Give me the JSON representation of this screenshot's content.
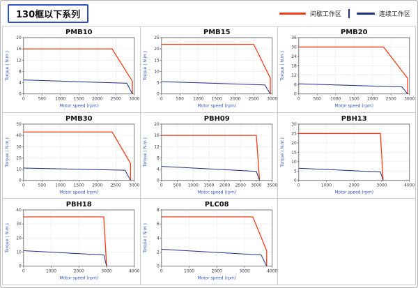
{
  "page": {
    "title": "130框以下系列",
    "legend": {
      "intermittent": {
        "label": "间歇工作区",
        "color": "#f63b16"
      },
      "continuous": {
        "label": "连续工作区",
        "color": "#1b2f7d"
      }
    }
  },
  "chart_data": [
    {
      "type": "line",
      "title": "PMB10",
      "xlabel": "Motor speed (rpm)",
      "ylabel": "Torque ( N.m )",
      "xlim": [
        0,
        3000
      ],
      "ylim": [
        0,
        20
      ],
      "xticks": [
        0,
        500,
        1000,
        1500,
        2000,
        2500,
        3000
      ],
      "yticks": [
        0,
        4,
        8,
        12,
        16,
        20
      ],
      "series": [
        {
          "name": "间歇工作区",
          "color": "#f63b16",
          "points": [
            [
              0,
              16
            ],
            [
              2400,
              16
            ],
            [
              2950,
              4.5
            ],
            [
              2950,
              0
            ]
          ]
        },
        {
          "name": "连续工作区",
          "color": "#1b2f7d",
          "points": [
            [
              0,
              5
            ],
            [
              2800,
              3.8
            ],
            [
              2950,
              0
            ]
          ]
        }
      ]
    },
    {
      "type": "line",
      "title": "PMB15",
      "xlabel": "Motor speed (rpm)",
      "ylabel": "Torque ( N.m )",
      "xlim": [
        0,
        3000
      ],
      "ylim": [
        0,
        25
      ],
      "xticks": [
        0,
        500,
        1000,
        1500,
        2000,
        2500,
        3000
      ],
      "yticks": [
        0,
        5,
        10,
        15,
        20,
        25
      ],
      "series": [
        {
          "name": "间歇工作区",
          "color": "#f63b16",
          "points": [
            [
              0,
              22
            ],
            [
              2500,
              22
            ],
            [
              2950,
              7
            ],
            [
              2950,
              0
            ]
          ]
        },
        {
          "name": "连续工作区",
          "color": "#1b2f7d",
          "points": [
            [
              0,
              5.5
            ],
            [
              2800,
              4
            ],
            [
              2950,
              0
            ]
          ]
        }
      ]
    },
    {
      "type": "line",
      "title": "PMB20",
      "xlabel": "Motor speed (rpm)",
      "ylabel": "Torque ( N.m )",
      "xlim": [
        0,
        3000
      ],
      "ylim": [
        0,
        36
      ],
      "xticks": [
        0,
        500,
        1000,
        1500,
        2000,
        2500,
        3000
      ],
      "yticks": [
        0,
        6,
        12,
        18,
        24,
        30,
        36
      ],
      "series": [
        {
          "name": "间歇工作区",
          "color": "#f63b16",
          "points": [
            [
              0,
              30
            ],
            [
              2300,
              30
            ],
            [
              2950,
              10
            ],
            [
              2950,
              0
            ]
          ]
        },
        {
          "name": "连续工作区",
          "color": "#1b2f7d",
          "points": [
            [
              0,
              6.5
            ],
            [
              2800,
              4.5
            ],
            [
              2950,
              0
            ]
          ]
        }
      ]
    },
    {
      "type": "line",
      "title": "PMB30",
      "xlabel": "Motor speed (rpm)",
      "ylabel": "Torque ( N.m )",
      "xlim": [
        0,
        3000
      ],
      "ylim": [
        0,
        50
      ],
      "xticks": [
        0,
        500,
        1000,
        1500,
        2000,
        2500,
        3000
      ],
      "yticks": [
        0,
        10,
        20,
        30,
        40,
        50
      ],
      "series": [
        {
          "name": "间歇工作区",
          "color": "#f63b16",
          "points": [
            [
              0,
              43
            ],
            [
              2400,
              43
            ],
            [
              2900,
              15
            ],
            [
              2900,
              0
            ]
          ]
        },
        {
          "name": "连续工作区",
          "color": "#1b2f7d",
          "points": [
            [
              0,
              11
            ],
            [
              2750,
              9
            ],
            [
              2900,
              0
            ]
          ]
        }
      ]
    },
    {
      "type": "line",
      "title": "PBH09",
      "xlabel": "Motor speed (rpm)",
      "ylabel": "Torque ( N.m )",
      "xlim": [
        0,
        3500
      ],
      "ylim": [
        0,
        20
      ],
      "xticks": [
        0,
        500,
        1000,
        1500,
        2000,
        2500,
        3000,
        3500
      ],
      "yticks": [
        0,
        4,
        8,
        12,
        16,
        20
      ],
      "series": [
        {
          "name": "间歇工作区",
          "color": "#f63b16",
          "points": [
            [
              0,
              16
            ],
            [
              3000,
              16
            ],
            [
              3100,
              0
            ]
          ]
        },
        {
          "name": "连续工作区",
          "color": "#1b2f7d",
          "points": [
            [
              0,
              5
            ],
            [
              3000,
              3.2
            ],
            [
              3100,
              0
            ]
          ]
        }
      ]
    },
    {
      "type": "line",
      "title": "PBH13",
      "xlabel": "Motor speed (rpm)",
      "ylabel": "Torque ( N.m )",
      "xlim": [
        0,
        4000
      ],
      "ylim": [
        0,
        30
      ],
      "xticks": [
        0,
        1000,
        2000,
        3000,
        4000
      ],
      "yticks": [
        0,
        5,
        10,
        15,
        20,
        25,
        30
      ],
      "series": [
        {
          "name": "间歇工作区",
          "color": "#f63b16",
          "points": [
            [
              0,
              25
            ],
            [
              2950,
              25
            ],
            [
              3050,
              0
            ]
          ]
        },
        {
          "name": "连续工作区",
          "color": "#1b2f7d",
          "points": [
            [
              0,
              6.5
            ],
            [
              2950,
              4.5
            ],
            [
              3050,
              0
            ]
          ]
        }
      ]
    },
    {
      "type": "line",
      "title": "PBH18",
      "xlabel": "Motor speed (rpm)",
      "ylabel": "Torque ( N.m )",
      "xlim": [
        0,
        4000
      ],
      "ylim": [
        0,
        40
      ],
      "xticks": [
        0,
        1000,
        2000,
        3000,
        4000
      ],
      "yticks": [
        0,
        10,
        20,
        30,
        40
      ],
      "series": [
        {
          "name": "间歇工作区",
          "color": "#f63b16",
          "points": [
            [
              0,
              35
            ],
            [
              2900,
              35
            ],
            [
              3000,
              0
            ]
          ]
        },
        {
          "name": "连续工作区",
          "color": "#1b2f7d",
          "points": [
            [
              0,
              11
            ],
            [
              2900,
              8
            ],
            [
              3000,
              0
            ]
          ]
        }
      ]
    },
    {
      "type": "line",
      "title": "PLC08",
      "xlabel": "Motor speed (rpm)",
      "ylabel": "Torque ( N.m )",
      "xlim": [
        0,
        4000
      ],
      "ylim": [
        0,
        8
      ],
      "xticks": [
        0,
        1000,
        2000,
        3000,
        4000
      ],
      "yticks": [
        0,
        2,
        4,
        6,
        8
      ],
      "series": [
        {
          "name": "间歇工作区",
          "color": "#f63b16",
          "points": [
            [
              0,
              7
            ],
            [
              3300,
              7
            ],
            [
              3800,
              2.2
            ],
            [
              3800,
              0
            ]
          ]
        },
        {
          "name": "连续工作区",
          "color": "#1b2f7d",
          "points": [
            [
              0,
              2.4
            ],
            [
              3600,
              1.6
            ],
            [
              3800,
              0
            ]
          ]
        }
      ]
    }
  ]
}
